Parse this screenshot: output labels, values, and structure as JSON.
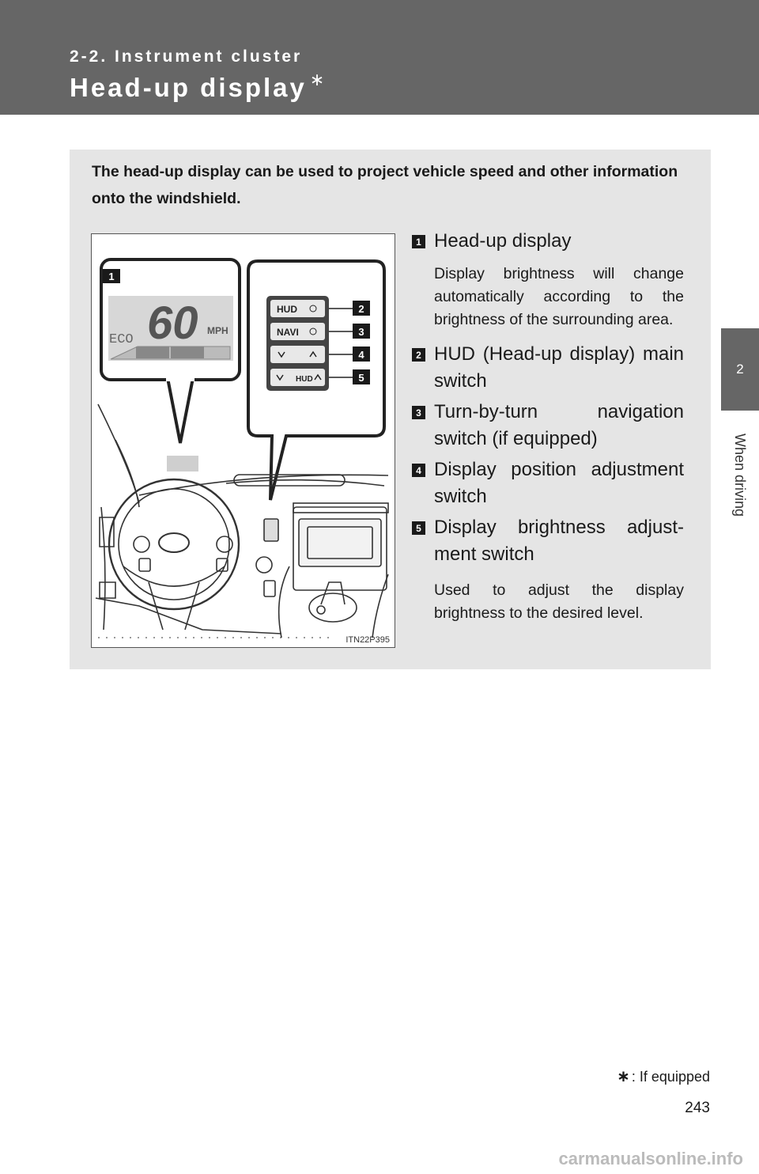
{
  "header": {
    "section": "2-2. Instrument cluster",
    "title": "Head-up display",
    "title_mark": "∗"
  },
  "side_tab": {
    "number": "2",
    "label": "When driving"
  },
  "intro": "The head-up display can be used to project vehicle speed and other information onto the windshield.",
  "figure": {
    "callouts": [
      "1",
      "2",
      "3",
      "4",
      "5"
    ],
    "hud_readout": {
      "speed": "60",
      "unit": "MPH",
      "mode": "ECO"
    },
    "switch_labels": {
      "hud": "HUD",
      "navi": "NAVI",
      "brightness": "HUD"
    },
    "figure_id": "ITN22P395"
  },
  "items": [
    {
      "num": "1",
      "title": "Head-up display",
      "desc": "Display brightness will change automatically according to the brightness of the surrounding area."
    },
    {
      "num": "2",
      "title": "HUD (Head-up display) main switch",
      "desc": ""
    },
    {
      "num": "3",
      "title": "Turn-by-turn navigation switch (if equipped)",
      "desc": ""
    },
    {
      "num": "4",
      "title": "Display position adjustment switch",
      "desc": ""
    },
    {
      "num": "5",
      "title": "Display brightness adjust-ment switch",
      "desc": "Used to adjust the display brightness to the desired level."
    }
  ],
  "footnote": {
    "mark": "∗",
    "text": ": If equipped"
  },
  "page_number": "243",
  "watermark": "carmanualsonline.info"
}
